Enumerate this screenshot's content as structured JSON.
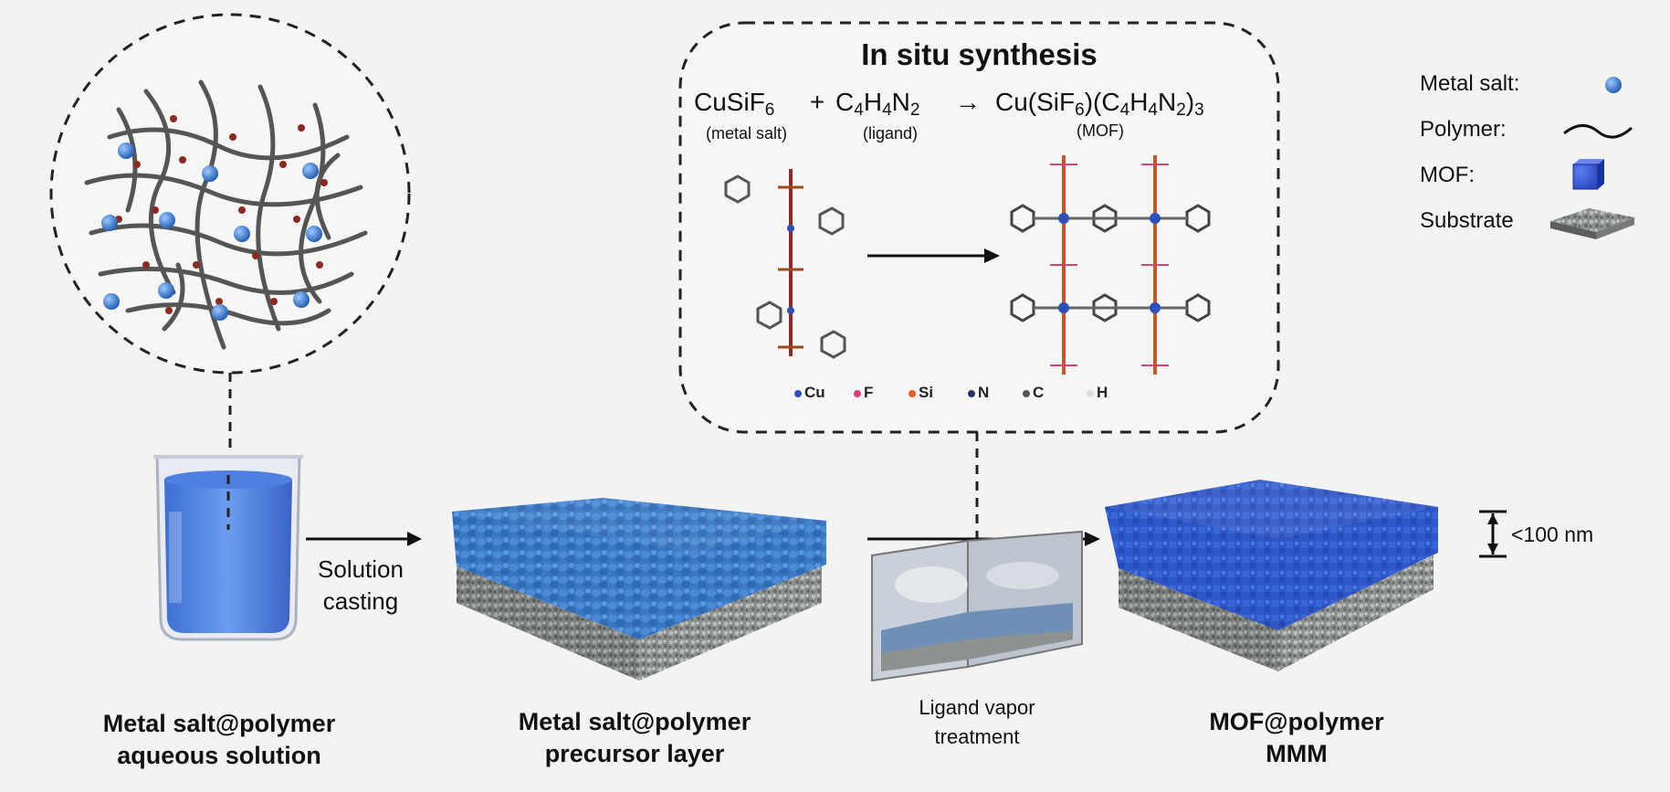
{
  "box_title": "In situ synthesis",
  "equation": {
    "reactant1": [
      "CuSiF",
      "6"
    ],
    "plus": "+",
    "reactant2": [
      "C",
      "4",
      "H",
      "4",
      "N",
      "2"
    ],
    "arrow": "→",
    "product": [
      "Cu(SiF",
      "6",
      ")(C",
      "4",
      "H",
      "4",
      "N",
      "2",
      ")",
      "3"
    ],
    "label1": "(metal salt)",
    "label2": "(ligand)",
    "label3": "(MOF)"
  },
  "element_key": [
    {
      "symbol": "Cu",
      "color": "#2d4fb8"
    },
    {
      "symbol": "F",
      "color": "#d43c7c"
    },
    {
      "symbol": "Si",
      "color": "#e0602a"
    },
    {
      "symbol": "N",
      "color": "#27365e"
    },
    {
      "symbol": "C",
      "color": "#555555"
    },
    {
      "symbol": "H",
      "color": "#dddddd"
    }
  ],
  "legend": {
    "metal_salt": "Metal salt:",
    "polymer": "Polymer:",
    "mof": "MOF:",
    "substrate": "Substrate"
  },
  "steps": {
    "solution_casting_1": "Solution",
    "solution_casting_2": "casting",
    "ligand_1": "Ligand vapor",
    "ligand_2": "treatment",
    "thickness": "<100 nm"
  },
  "captions": {
    "c1_line1": "Metal salt@polymer",
    "c1_line2": "aqueous solution",
    "c2_line1": "Metal salt@polymer",
    "c2_line2": "precursor layer",
    "c3_line1": "MOF@polymer",
    "c3_line2": "MMM"
  },
  "colors": {
    "metal_salt": "#3b7fd4",
    "mof_blue": "#2e57c9",
    "precursor_blue": "#3a78c4",
    "substrate_grey": "#8e928e"
  }
}
